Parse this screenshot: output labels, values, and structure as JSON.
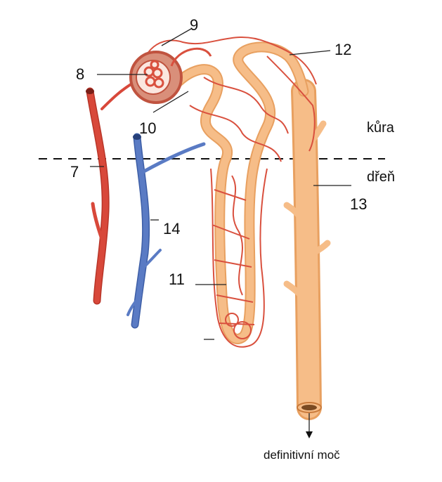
{
  "labels": {
    "n7": "7",
    "n8": "8",
    "n9": "9",
    "n10": "10",
    "n11": "11",
    "n12": "12",
    "n13": "13",
    "n14": "14"
  },
  "zones": {
    "cortex": "kůra",
    "medulla": "dřeň"
  },
  "caption": "definitivní moč",
  "colors": {
    "artery": "#d8483a",
    "vein": "#5a7bc4",
    "tubule": "#f6bd88",
    "capillary": "#d9503e",
    "capsule": "#d98f7a"
  }
}
